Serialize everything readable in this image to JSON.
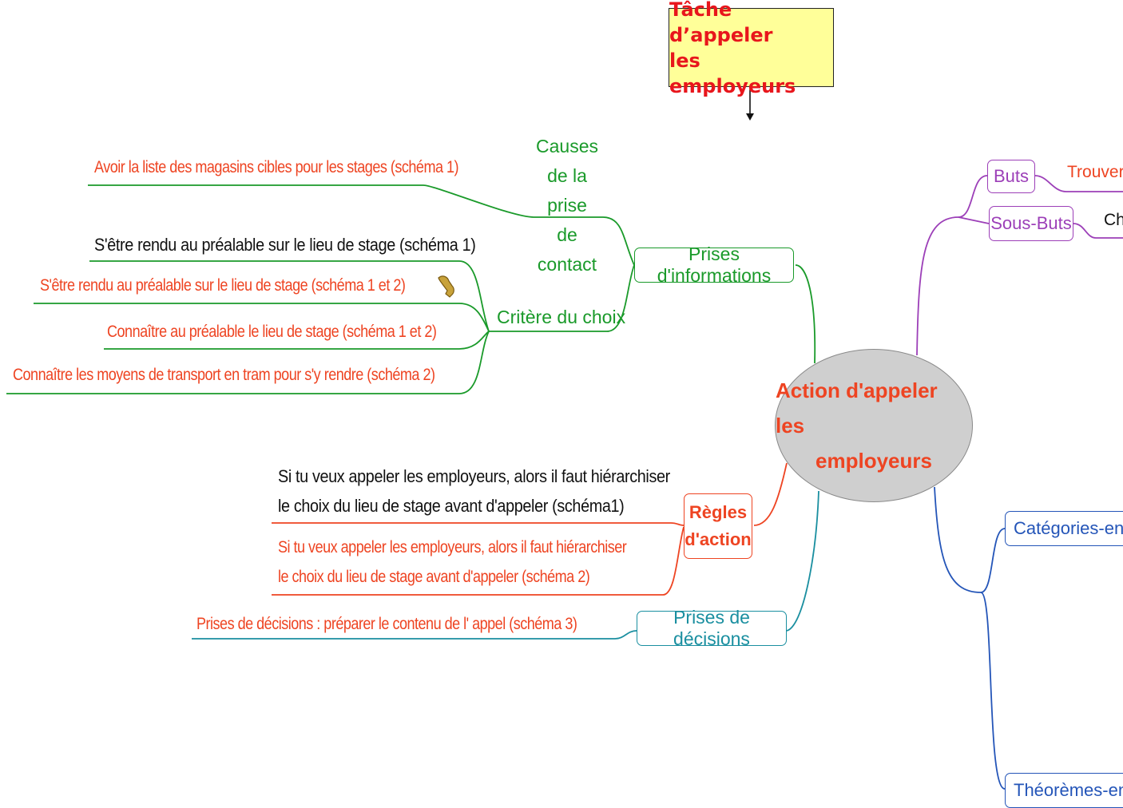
{
  "task_title": {
    "line1": "Tâche d’appeler",
    "line2": "les employeurs"
  },
  "central_node": {
    "line1": "Action d'appeler les",
    "line2": "employeurs"
  },
  "left": {
    "prises_informations": {
      "label": "Prises d'informations",
      "causes": {
        "label_lines": [
          "Causes",
          "de la prise",
          "de contact"
        ],
        "leaf": "Avoir la liste des magasins cibles pour les stages (schéma 1)"
      },
      "critere": {
        "label": "Critère du choix",
        "leaves": [
          "S'être rendu au préalable sur le lieu de stage (schéma 1)",
          "S'être rendu au préalable sur le lieu de stage (schéma 1 et 2)",
          "Connaître au préalable le lieu de stage (schéma 1 et 2)",
          "Connaître les moyens de transport en tram pour s'y rendre (schéma 2)"
        ]
      }
    },
    "regles_action": {
      "label_lines": [
        "Règles",
        "d'action"
      ],
      "leaves": [
        {
          "line1": "Si tu veux appeler les employeurs, alors il faut hiérarchiser",
          "line2": "le choix du lieu de stage avant d'appeler (schéma1)"
        },
        {
          "line1": "Si tu veux appeler les employeurs, alors il faut hiérarchiser",
          "line2": "le choix du lieu de stage avant d'appeler (schéma 2)"
        }
      ]
    },
    "prises_decisions": {
      "label": "Prises de décisions",
      "leaf": "Prises de décisions : préparer le contenu de l' appel (schéma 3)"
    }
  },
  "right": {
    "buts": {
      "label": "Buts",
      "leaf": "Trouver u"
    },
    "sous_buts": {
      "label": "Sous-Buts",
      "leaf": "Ch"
    },
    "categories": {
      "label": "Catégories-en-ac"
    },
    "theoremes": {
      "label": "Théorèmes-en-a"
    }
  },
  "colors": {
    "green": "#1a9a2a",
    "red": "#ee4422",
    "teal": "#1a8fa0",
    "purple": "#9c3fb8",
    "blue": "#2455b8",
    "task_fill": "#ffff99",
    "center_fill": "#cfcfcf"
  }
}
